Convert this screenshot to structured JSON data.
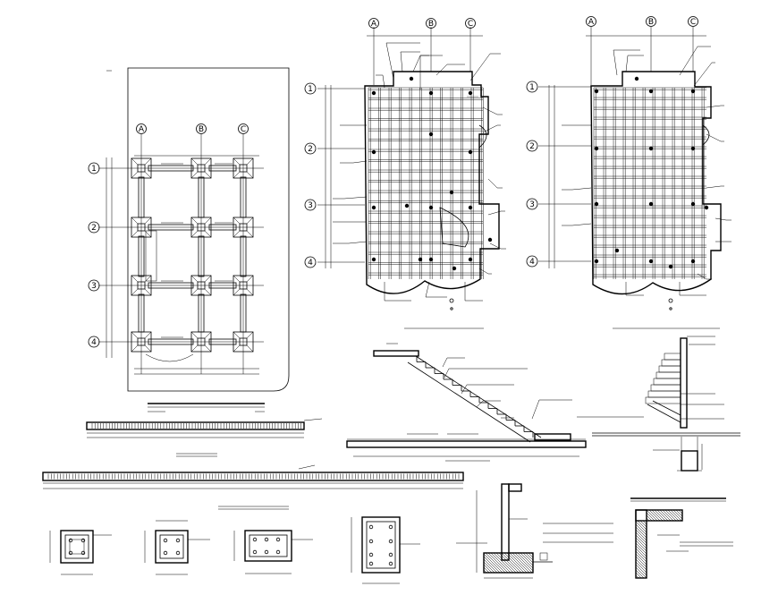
{
  "grid_axes": {
    "columns": [
      "A",
      "B",
      "C"
    ],
    "rows": [
      "1",
      "2",
      "3",
      "4"
    ]
  },
  "colors": {
    "ink": "#000000",
    "paper": "#ffffff",
    "secondary_line": "#888888"
  },
  "drawings": [
    "foundation-plan",
    "slab-reinforcement-plan-1",
    "slab-reinforcement-plan-2",
    "stair-section",
    "wall-section",
    "beam-elevations",
    "column-sections",
    "wall-footing-detail",
    "corner-detail"
  ]
}
